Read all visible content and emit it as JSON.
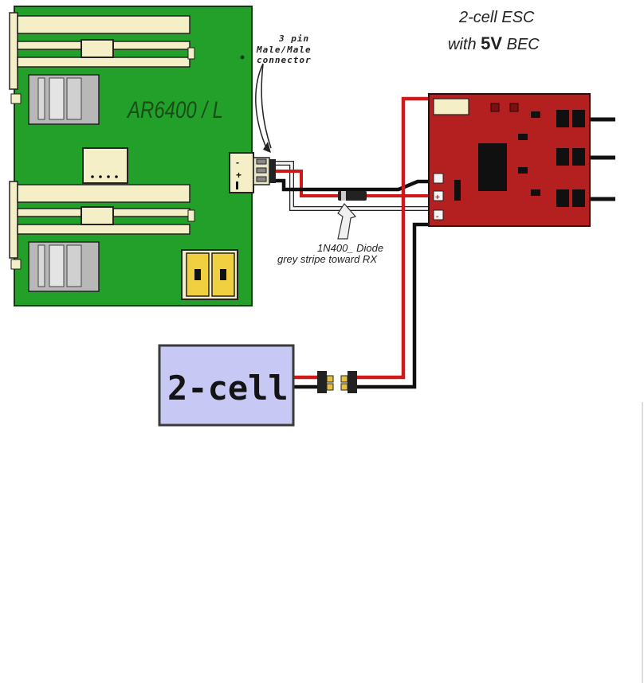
{
  "labels": {
    "esc_line1": "2-cell ESC",
    "esc_line2_prefix": "with ",
    "esc_line2_bold": "5V",
    "esc_line2_suffix": " BEC",
    "connector_line1": "3 pin",
    "connector_line2": "Male/Male",
    "connector_line3": "connector",
    "receiver_name": "AR6400 / L",
    "diode_line1": "1N400_ Diode",
    "diode_line2": "grey stripe toward RX",
    "battery_label": "2-cell",
    "receiver_pin_minus": "-",
    "receiver_pin_plus": "+",
    "esc_pin_plus": "+",
    "esc_pin_minus": "-"
  },
  "colors": {
    "receiver_board": "#22a02a",
    "esc_board": "#b42020",
    "battery_body": "#c8c8f5",
    "wire_red": "#d01818",
    "wire_black": "#101010",
    "wire_white": "#f4f4f4",
    "servo_rail": "#f4efc6"
  },
  "icons": {
    "diode": "diode-icon",
    "battery": "battery-pack-icon",
    "servo": "servo-icon"
  }
}
